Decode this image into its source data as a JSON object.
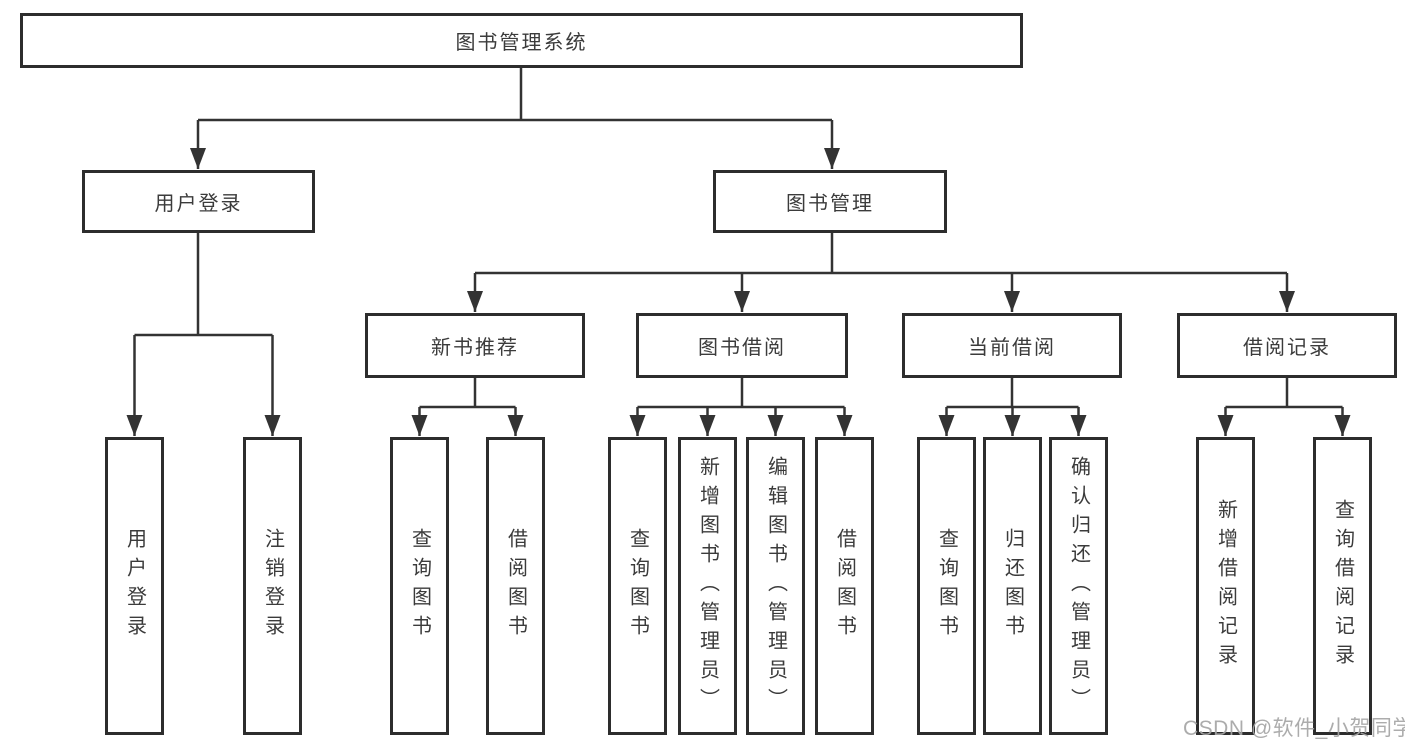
{
  "diagram": {
    "type": "tree",
    "root": {
      "label": "图书管理系统"
    },
    "branches": [
      {
        "label": "用户登录",
        "children": [
          "用户登录",
          "注销登录"
        ]
      },
      {
        "label": "图书管理",
        "children": [
          {
            "label": "新书推荐",
            "children": [
              "查询图书",
              "借阅图书"
            ]
          },
          {
            "label": "图书借阅",
            "children": [
              "查询图书",
              "新增图书（管理员）",
              "编辑图书（管理员）",
              "借阅图书"
            ]
          },
          {
            "label": "当前借阅",
            "children": [
              "查询图书",
              "归还图书",
              "确认归还（管理员）"
            ]
          },
          {
            "label": "借阅记录",
            "children": [
              "新增借阅记录",
              "查询借阅记录"
            ]
          }
        ]
      }
    ]
  },
  "watermark": {
    "text": "CSDN @软件_小贺同学"
  },
  "colors": {
    "line": "#333333",
    "box_border": "#2d2d2d",
    "text": "#3b3b3b",
    "background": "#ffffff",
    "watermark": "#a6a6a6"
  }
}
